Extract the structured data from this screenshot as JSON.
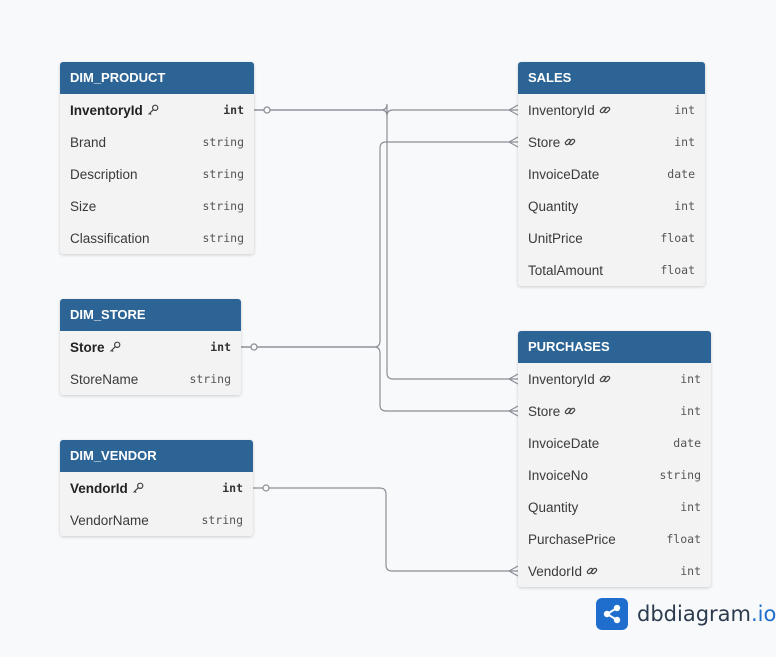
{
  "tables": [
    {
      "id": "dim_product",
      "title": "DIM_PRODUCT",
      "fields": [
        {
          "name": "InventoryId",
          "type": "int",
          "key": "pk"
        },
        {
          "name": "Brand",
          "type": "string"
        },
        {
          "name": "Description",
          "type": "string"
        },
        {
          "name": "Size",
          "type": "string"
        },
        {
          "name": "Classification",
          "type": "string"
        }
      ]
    },
    {
      "id": "dim_store",
      "title": "DIM_STORE",
      "fields": [
        {
          "name": "Store",
          "type": "int",
          "key": "pk"
        },
        {
          "name": "StoreName",
          "type": "string"
        }
      ]
    },
    {
      "id": "dim_vendor",
      "title": "DIM_VENDOR",
      "fields": [
        {
          "name": "VendorId",
          "type": "int",
          "key": "pk"
        },
        {
          "name": "VendorName",
          "type": "string"
        }
      ]
    },
    {
      "id": "sales",
      "title": "SALES",
      "fields": [
        {
          "name": "InventoryId",
          "type": "int",
          "key": "fk"
        },
        {
          "name": "Store",
          "type": "int",
          "key": "fk"
        },
        {
          "name": "InvoiceDate",
          "type": "date"
        },
        {
          "name": "Quantity",
          "type": "int"
        },
        {
          "name": "UnitPrice",
          "type": "float"
        },
        {
          "name": "TotalAmount",
          "type": "float"
        }
      ]
    },
    {
      "id": "purchases",
      "title": "PURCHASES",
      "fields": [
        {
          "name": "InventoryId",
          "type": "int",
          "key": "fk"
        },
        {
          "name": "Store",
          "type": "int",
          "key": "fk"
        },
        {
          "name": "InvoiceDate",
          "type": "date"
        },
        {
          "name": "InvoiceNo",
          "type": "string"
        },
        {
          "name": "Quantity",
          "type": "int"
        },
        {
          "name": "PurchasePrice",
          "type": "float"
        },
        {
          "name": "VendorId",
          "type": "int",
          "key": "fk"
        }
      ]
    }
  ],
  "relationships": [
    {
      "from": "dim_product.InventoryId",
      "to": "sales.InventoryId"
    },
    {
      "from": "dim_product.InventoryId",
      "to": "purchases.InventoryId"
    },
    {
      "from": "dim_store.Store",
      "to": "sales.Store"
    },
    {
      "from": "dim_store.Store",
      "to": "purchases.Store"
    },
    {
      "from": "dim_vendor.VendorId",
      "to": "purchases.VendorId"
    }
  ],
  "colors": {
    "header": "#2c6496",
    "body": "#f3f3f4",
    "link": "#8a8f96",
    "brand": "#1f6ecd"
  },
  "brand": {
    "name": "dbdiagram",
    "suffix": ".io",
    "icon": "share-nodes-icon"
  }
}
